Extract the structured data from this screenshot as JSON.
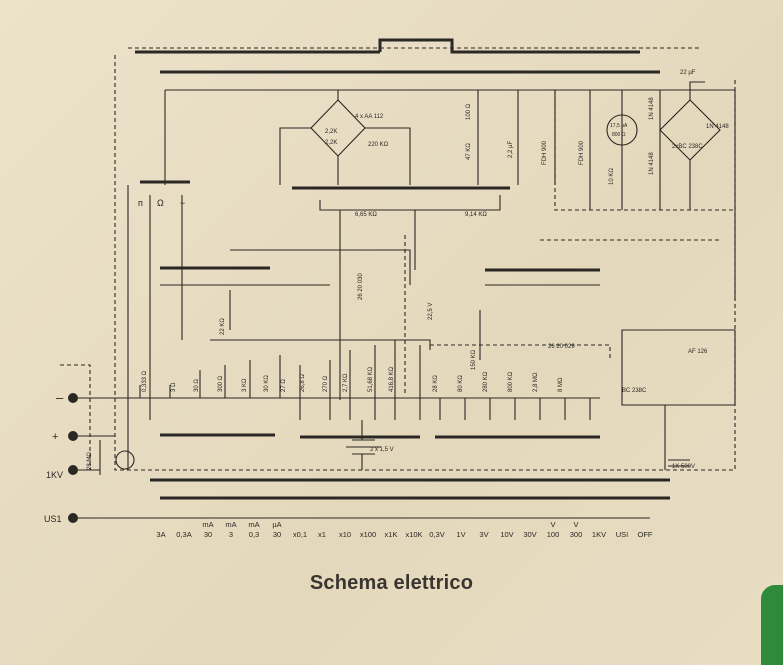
{
  "caption": "Schema elettrico",
  "terminals": {
    "minus": "–",
    "plus": "+",
    "kv": "1KV",
    "usi": "US1",
    "tilde": "~",
    "p": "п",
    "sq": "Ω"
  },
  "ranges": [
    {
      "top": "",
      "bottom": "3A"
    },
    {
      "top": "",
      "bottom": "0,3A"
    },
    {
      "top": "mA",
      "bottom": "30"
    },
    {
      "top": "mA",
      "bottom": "3"
    },
    {
      "top": "mA",
      "bottom": "0,3"
    },
    {
      "top": "µA",
      "bottom": "30"
    },
    {
      "top": "",
      "bottom": "x0,1"
    },
    {
      "top": "",
      "bottom": "x1"
    },
    {
      "top": "",
      "bottom": "x10"
    },
    {
      "top": "",
      "bottom": "x100"
    },
    {
      "top": "",
      "bottom": "x1K"
    },
    {
      "top": "",
      "bottom": "x10K"
    },
    {
      "top": "",
      "bottom": "0,3V"
    },
    {
      "top": "",
      "bottom": "1V"
    },
    {
      "top": "",
      "bottom": "3V"
    },
    {
      "top": "",
      "bottom": "10V"
    },
    {
      "top": "",
      "bottom": "30V"
    },
    {
      "top": "V",
      "bottom": "100"
    },
    {
      "top": "V",
      "bottom": "300"
    },
    {
      "top": "",
      "bottom": "1KV"
    },
    {
      "top": "",
      "bottom": "USI"
    },
    {
      "top": "",
      "bottom": "OFF"
    }
  ],
  "components": {
    "cap_22uf": "22 µF",
    "diodes_aa112": "4 x AA 112",
    "r_2k2_a": "2,2K",
    "r_2k2_b": "2,2K",
    "r_220k": "220 KΩ",
    "r_100": "100 Ω",
    "r_47k": "47 KΩ",
    "cap_2u2": "2,2 µF",
    "fdh_a": "FDH 900",
    "fdh_b": "FDH 900",
    "meter_a": "17,5 µA",
    "meter_b": "800 Ω",
    "r_10k": "10 KΩ",
    "d_1n4148_a": "1N 4148",
    "d_1n4148_b": "1N 4148",
    "d_1n4148_c": "1N 4148",
    "t_2xbc238": "2xBC 238C",
    "r_6k65": "6,65 KΩ",
    "r_9k14": "9,14 KΩ",
    "code_a": "26 20 030",
    "code_b": "26 20 029",
    "r_22k": "22 KΩ",
    "cap_22v": "22,5 V",
    "r_150k": "150 KΩ",
    "r_0333": "0,333 Ω",
    "r_3": "3 Ω",
    "r_30": "30 Ω",
    "r_300": "300 Ω",
    "r_3k": "3 KΩ",
    "r_30k": "30 KΩ",
    "r_27": "27 Ω",
    "r_268": "26,8 Ω",
    "r_270": "270 Ω",
    "r_27k": "2,7 KΩ",
    "r_5168": "51,68 KΩ",
    "r_4168": "416,8 KΩ",
    "r_28k": "28 KΩ",
    "r_80k": "80 KΩ",
    "r_280k": "280 KΩ",
    "r_800k": "800 KΩ",
    "r_28m": "2,8 MΩ",
    "r_8m": "8 MΩ",
    "bat": "2 x 1,5 V",
    "r_28m_kv": "28 MΩ",
    "cap_1k500": "1K 500V",
    "t_bc238": "BC 238C",
    "t_af126": "AF 126"
  }
}
